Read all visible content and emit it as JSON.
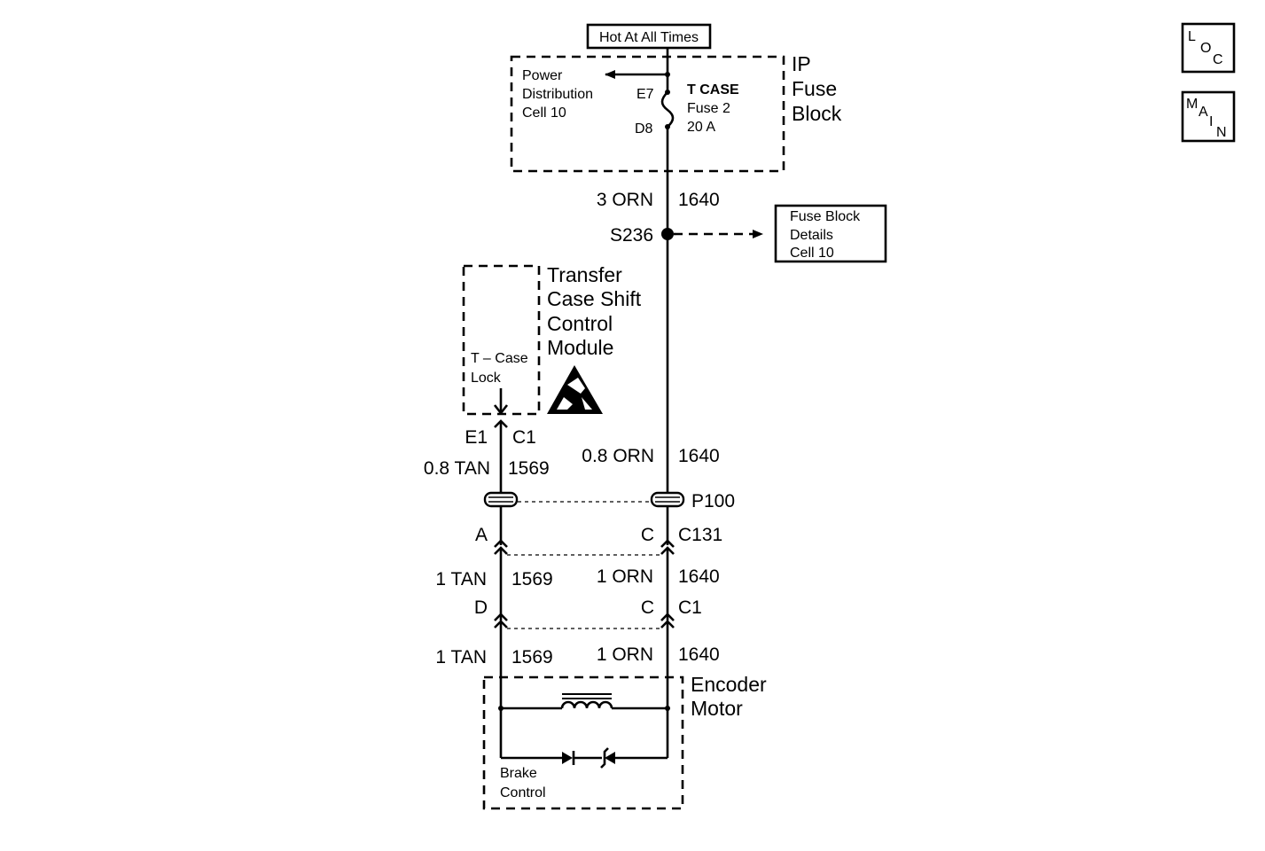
{
  "nav": {
    "loc": [
      "L",
      "O",
      "C"
    ],
    "main": [
      "M",
      "A",
      "I",
      "N"
    ]
  },
  "top": {
    "hot_label": "Hot At All Times"
  },
  "ip_fuse_block": {
    "title": [
      "IP",
      "Fuse",
      "Block"
    ],
    "power_distribution": [
      "Power",
      "Distribution",
      "Cell 10"
    ],
    "terminal_top": "E7",
    "terminal_bottom": "D8",
    "fuse_label": [
      "T CASE",
      "Fuse 2",
      "20 A"
    ]
  },
  "wire_main": {
    "size_color": "3 ORN",
    "circuit": "1640"
  },
  "splice": {
    "id": "S236",
    "ref": [
      "Fuse Block",
      "Details",
      "Cell 10"
    ]
  },
  "tccm": {
    "title": [
      "Transfer",
      "Case Shift",
      "Control",
      "Module"
    ],
    "pin_label": [
      "T – Case",
      "Lock"
    ],
    "pin": "E1",
    "connector": "C1"
  },
  "wire_left_1": {
    "size_color": "0.8 TAN",
    "circuit": "1569"
  },
  "wire_right_1": {
    "size_color": "0.8 ORN",
    "circuit": "1640"
  },
  "pass_through": "P100",
  "connector_c131": {
    "left_pin": "A",
    "right_pin": "C",
    "id": "C131"
  },
  "wire_left_2": {
    "size_color": "1 TAN",
    "circuit": "1569"
  },
  "wire_right_2": {
    "size_color": "1 ORN",
    "circuit": "1640"
  },
  "connector_c1": {
    "left_pin": "D",
    "right_pin": "C",
    "id": "C1"
  },
  "wire_left_3": {
    "size_color": "1 TAN",
    "circuit": "1569"
  },
  "wire_right_3": {
    "size_color": "1 ORN",
    "circuit": "1640"
  },
  "encoder_motor": {
    "title": [
      "Encoder",
      "Motor"
    ],
    "brake_label": [
      "Brake",
      "Control"
    ]
  }
}
